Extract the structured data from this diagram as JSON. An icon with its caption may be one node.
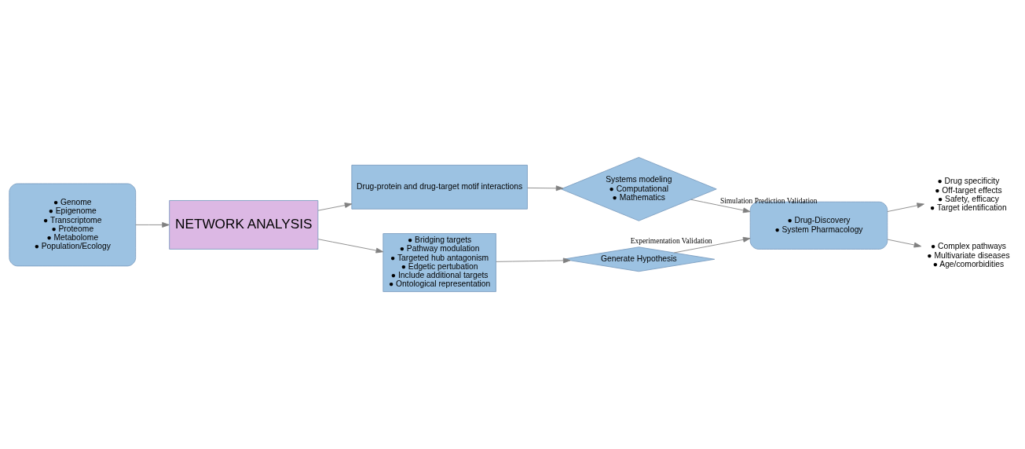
{
  "diagram": {
    "nodes": [
      {
        "text": [
          "● Genome",
          "● Epigenome",
          "● Transcriptome",
          "● Proteome",
          "● Metabolome",
          "● Population/Ecology"
        ]
      },
      {
        "text": [
          "NETWORK ANALYSIS"
        ]
      },
      {
        "text": [
          "Drug-protein and drug-target motif interactions"
        ]
      },
      {
        "text": [
          "Systems modeling",
          "● Computational",
          "● Mathematics"
        ]
      },
      {
        "text": [
          "● Drug-Discovery",
          "● System Pharmacology"
        ]
      },
      {
        "text": [
          "● Bridging targets",
          "● Pathway modulation",
          "● Targeted hub antagonism",
          "● Edgetic pertubation",
          "● Include additional targets",
          "● Ontological representation"
        ]
      },
      {
        "text": [
          "Generate Hypothesis"
        ]
      },
      {
        "text": [
          "● Drug specificity",
          "● Off-target effects",
          "● Safety, efficacy",
          "● Target identification"
        ]
      },
      {
        "text": [
          "● Complex pathways",
          "● Multivariate diseases",
          "● Age/comorbidities"
        ]
      }
    ],
    "edges": [
      {
        "from": 0,
        "to": 1,
        "arrow": "to"
      },
      {
        "from": 1,
        "to": 2,
        "arrow": "to"
      },
      {
        "from": 1,
        "to": 5,
        "arrow": "to"
      },
      {
        "from": 2,
        "to": 3,
        "arrow": "to"
      },
      {
        "from": 3,
        "to": 4,
        "arrow": "to",
        "label": "Simulation Prediction Validation"
      },
      {
        "from": 5,
        "to": 6,
        "arrow": "to"
      },
      {
        "from": 6,
        "to": 4,
        "arrow": "to",
        "label": "Experimentation Validation"
      },
      {
        "from": 4,
        "to": 7,
        "arrow": "to"
      },
      {
        "from": 4,
        "to": 8,
        "arrow": "to"
      }
    ]
  }
}
